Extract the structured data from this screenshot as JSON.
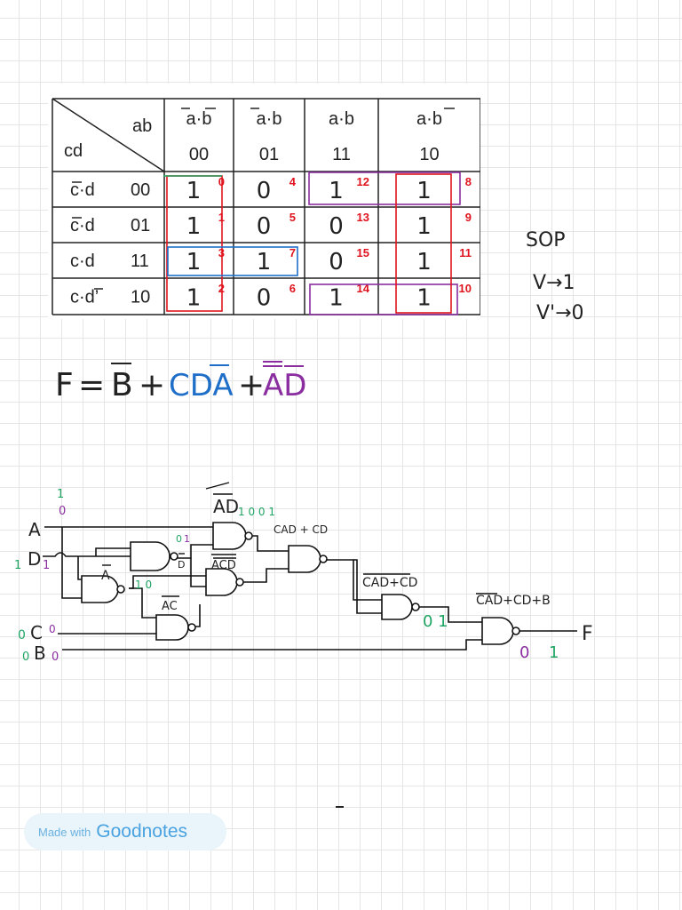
{
  "kmap": {
    "corner_row": "cd",
    "corner_col": "ab",
    "col_headers": [
      {
        "expr": "a·b",
        "code": "00"
      },
      {
        "expr": "a·b",
        "code": "01"
      },
      {
        "expr": "a·b",
        "code": "11"
      },
      {
        "expr": "a·b",
        "code": "10"
      }
    ],
    "row_headers": [
      {
        "expr": "c·d",
        "code": "00"
      },
      {
        "expr": "c·d",
        "code": "01"
      },
      {
        "expr": "c·d",
        "code": "11"
      },
      {
        "expr": "c·d’",
        "code": "10"
      }
    ],
    "cells": [
      [
        {
          "v": "1",
          "i": "0"
        },
        {
          "v": "0",
          "i": "4"
        },
        {
          "v": "1",
          "i": "12"
        },
        {
          "v": "1",
          "i": "8"
        }
      ],
      [
        {
          "v": "1",
          "i": "1"
        },
        {
          "v": "0",
          "i": "5"
        },
        {
          "v": "0",
          "i": "13"
        },
        {
          "v": "1",
          "i": "9"
        }
      ],
      [
        {
          "v": "1",
          "i": "3"
        },
        {
          "v": "1",
          "i": "7"
        },
        {
          "v": "0",
          "i": "15"
        },
        {
          "v": "1",
          "i": "11"
        }
      ],
      [
        {
          "v": "1",
          "i": "2"
        },
        {
          "v": "0",
          "i": "6"
        },
        {
          "v": "1",
          "i": "14"
        },
        {
          "v": "1",
          "i": "10"
        }
      ]
    ]
  },
  "notes": {
    "sop": "SOP",
    "v1": "V→1",
    "v0": "V'→0"
  },
  "formula": {
    "f": "F",
    "eq": "=",
    "t1": "B",
    "plus1": "+",
    "t2": "CDA",
    "plus2": "+",
    "t3": "AD"
  },
  "circuit": {
    "in_a": "A",
    "in_d": "D",
    "in_c": "C",
    "in_b": "B",
    "out_f": "F",
    "lbl_abar": "A",
    "lbl_dbar": "D",
    "lbl_acbar": "AC",
    "lbl_acd": "ACD",
    "lbl_ad": "AD",
    "lbl_cad_cd": "CAD + CD",
    "lbl_cad_cd_bar": "CAD+CD",
    "lbl_final": "CAD+CD+B",
    "v_d0": "0",
    "v_d1": "1",
    "v_a1": "1",
    "v_a0": "0",
    "v_d_left": "1",
    "v_d_right": "1",
    "v_c_left": "0",
    "v_c_right": "0",
    "v_b_left": "0",
    "v_b_right": "0",
    "v_ad_bits": "1 0 0 1",
    "v_mid_10": "1 0",
    "v_out_01": "0 1",
    "v_f_purple": "0",
    "v_f_green": "1"
  },
  "badge": {
    "made_with": "Made with",
    "brand": "Goodnotes"
  }
}
